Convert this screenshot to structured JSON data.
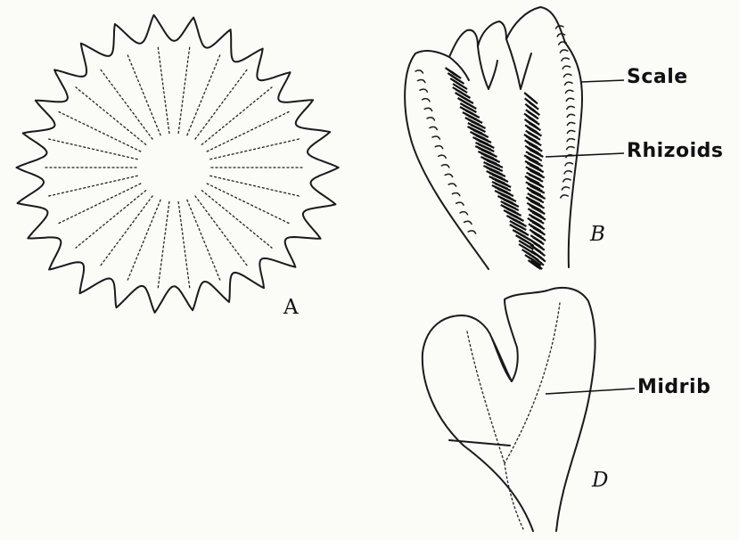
{
  "figures": {
    "a": {
      "letter": "A"
    },
    "b": {
      "letter": "B",
      "labels": {
        "scale": "Scale",
        "rhizoids": "Rhizoids"
      }
    },
    "d": {
      "letter": "D",
      "labels": {
        "midrib": "Midrib"
      }
    }
  },
  "colors": {
    "ink": "#1a1a1a",
    "paper": "#fbfbf8"
  }
}
